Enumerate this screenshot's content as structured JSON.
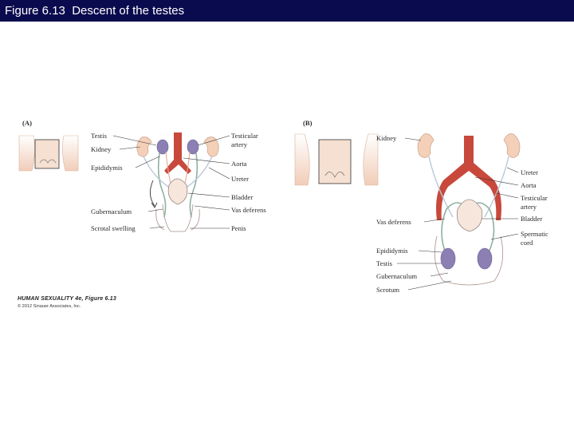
{
  "slide": {
    "title": "Figure 6.13  Descent of the testes"
  },
  "panelA": {
    "tag": "(A)",
    "left_labels": [
      "Testis",
      "Kidney",
      "Epididymis",
      "Gubernaculum",
      "Scrotal swelling"
    ],
    "right_labels": [
      "Testicular",
      "artery",
      "Aorta",
      "Ureter",
      "Bladder",
      "Vas deferens",
      "Penis"
    ]
  },
  "panelB": {
    "tag": "(B)",
    "left_labels": [
      "Kidney",
      "Vas deferens",
      "Epididymis",
      "Testis",
      "Gubernaculum",
      "Scrotum"
    ],
    "right_labels": [
      "Ureter",
      "Aorta",
      "Testicular",
      "artery",
      "Bladder",
      "Spermatic",
      "cord"
    ]
  },
  "credit": {
    "line1": "HUMAN SEXUALITY 4e, Figure 6.13",
    "line2": "© 2012 Sinauer Associates, Inc."
  },
  "colors": {
    "title_bar": "#0a0a4e",
    "skin": "#f3d5c2",
    "aorta": "#c8483c",
    "testis": "#8b7fb4",
    "vas_deferens": "#8fb0a0",
    "ureter": "#b8c8d8"
  }
}
